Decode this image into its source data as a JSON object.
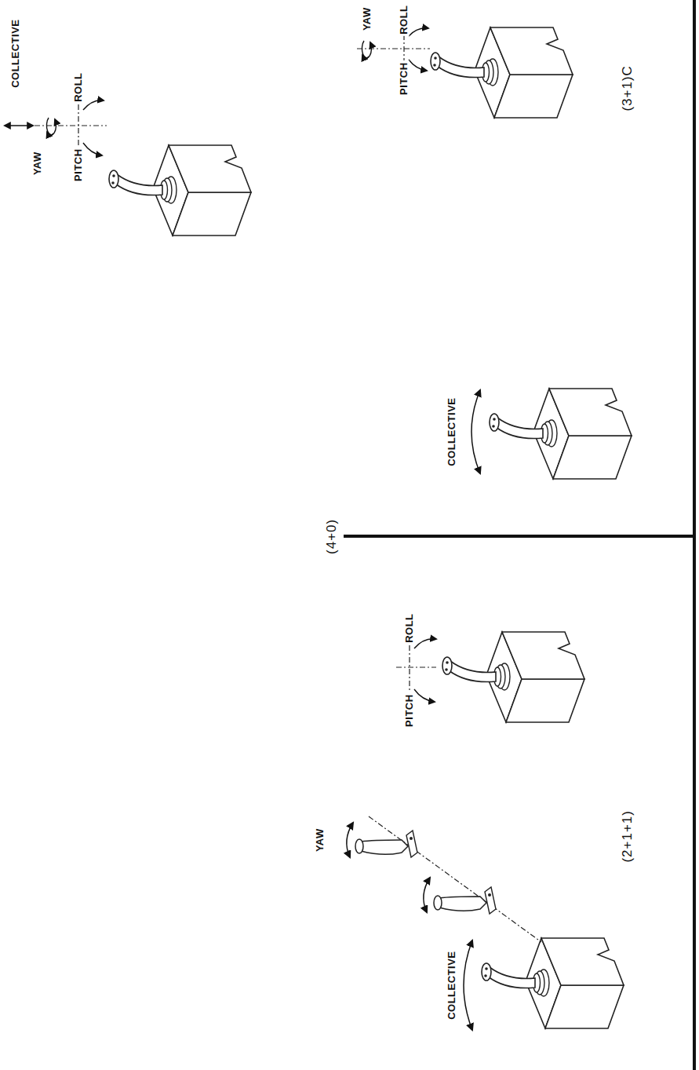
{
  "diagram": {
    "labels": [
      "COLLECTIVE",
      "YAW",
      "PITCH",
      "ROLL",
      "(4+0)",
      "YAW",
      "ROLL",
      "PITCH",
      "COLLECTIVE",
      "(3+1)C",
      "COLLECTIVE",
      "YAW",
      "PITCH",
      "ROLL",
      "(2+1+1)"
    ]
  }
}
